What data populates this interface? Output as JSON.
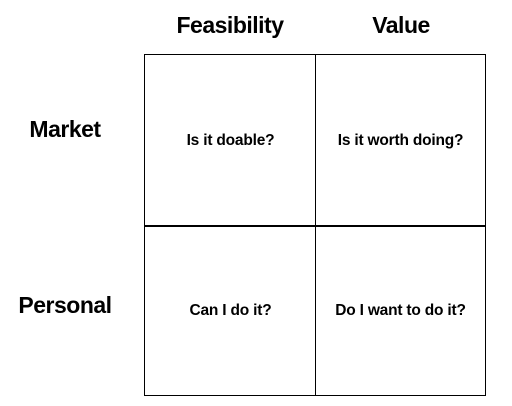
{
  "columns": {
    "feasibility": "Feasibility",
    "value": "Value"
  },
  "rows": {
    "market": "Market",
    "personal": "Personal"
  },
  "cells": {
    "market_feasibility": "Is it doable?",
    "market_value": "Is it worth doing?",
    "personal_feasibility": "Can I do it?",
    "personal_value": "Do I want to do it?"
  }
}
